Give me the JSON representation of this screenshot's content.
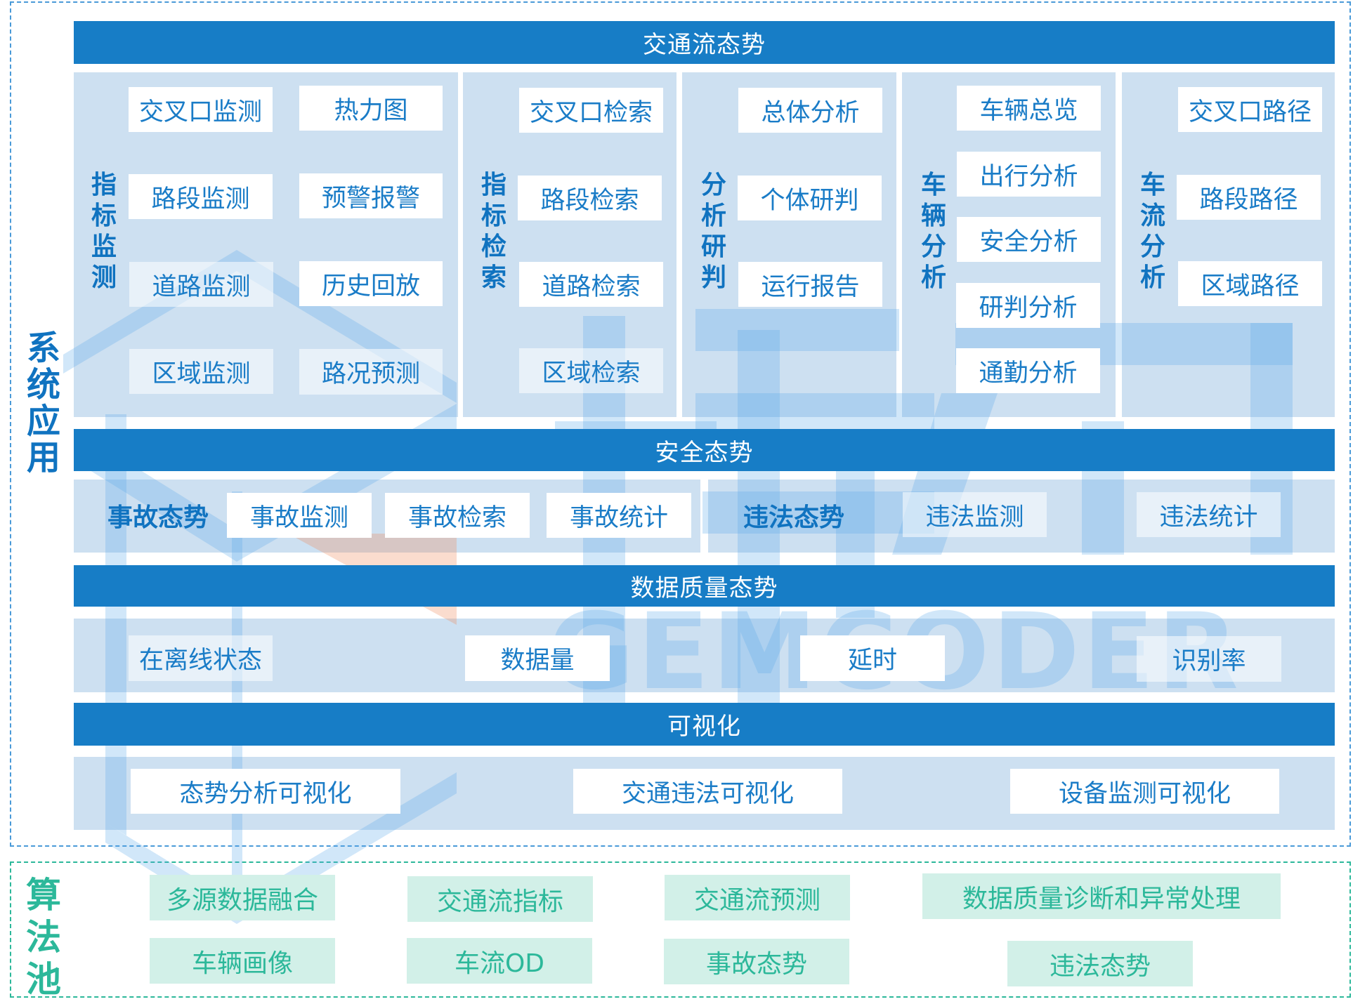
{
  "system_app": {
    "label": "系统应用",
    "traffic_flow": {
      "title": "交通流态势",
      "groups": [
        {
          "label": "指标监测",
          "items": [
            "交叉口监测",
            "热力图",
            "路段监测",
            "预警报警",
            "道路监测",
            "历史回放",
            "区域监测",
            "路况预测"
          ]
        },
        {
          "label": "指标检索",
          "items": [
            "交叉口检索",
            "路段检索",
            "道路检索",
            "区域检索"
          ]
        },
        {
          "label": "分析研判",
          "items": [
            "总体分析",
            "个体研判",
            "运行报告"
          ]
        },
        {
          "label": "车辆分析",
          "items": [
            "车辆总览",
            "出行分析",
            "安全分析",
            "研判分析",
            "通勤分析"
          ]
        },
        {
          "label": "车流分析",
          "items": [
            "交叉口路径",
            "路段路径",
            "区域路径"
          ]
        }
      ]
    },
    "safety": {
      "title": "安全态势",
      "accident": {
        "label": "事故态势",
        "items": [
          "事故监测",
          "事故检索",
          "事故统计"
        ]
      },
      "violation": {
        "label": "违法态势",
        "items": [
          "违法监测",
          "违法统计"
        ]
      }
    },
    "data_quality": {
      "title": "数据质量态势",
      "items": [
        "在离线状态",
        "数据量",
        "延时",
        "识别率"
      ]
    },
    "visualization": {
      "title": "可视化",
      "items": [
        "态势分析可视化",
        "交通违法可视化",
        "设备监测可视化"
      ]
    }
  },
  "algorithm_pool": {
    "label": "算法池",
    "items": [
      "多源数据融合",
      "交通流指标",
      "交通流预测",
      "数据质量诊断和异常处理",
      "车辆画像",
      "车流OD",
      "事故态势",
      "违法态势"
    ]
  },
  "watermark": {
    "text": "GEMCODER"
  },
  "colors": {
    "bar_blue": "#177dc6",
    "panel_blue": "#cde0f1",
    "text_blue": "#1a7cc7",
    "algo_green": "#2cb89a",
    "algo_bg": "#d2f0e8"
  }
}
